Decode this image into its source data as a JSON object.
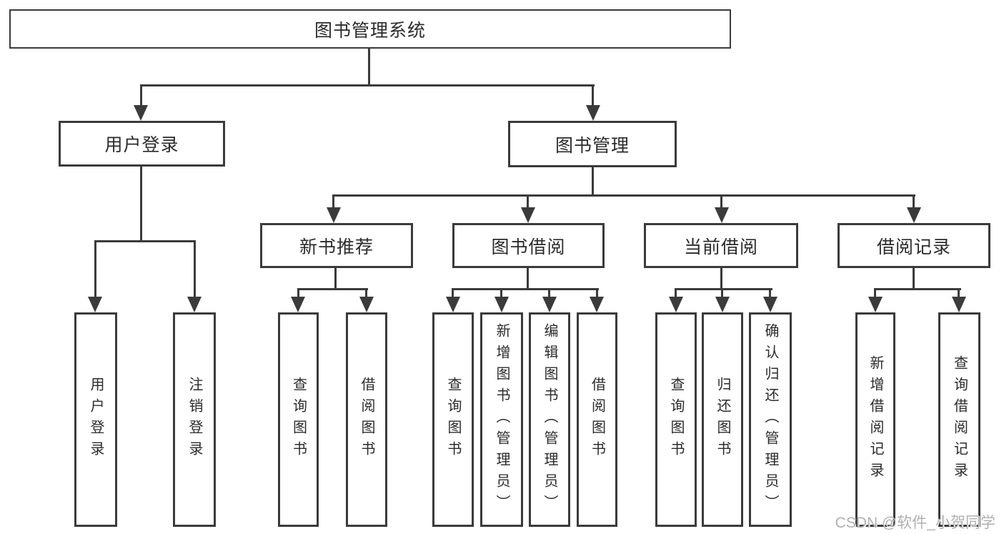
{
  "diagram": {
    "root": {
      "label": "图书管理系统"
    },
    "login_branch": {
      "label": "用户登录",
      "children": [
        "用户登录",
        "注销登录"
      ]
    },
    "management_branch": {
      "label": "图书管理",
      "groups": [
        {
          "label": "新书推荐",
          "children": [
            "查询图书",
            "借阅图书"
          ]
        },
        {
          "label": "图书借阅",
          "children": [
            "查询图书",
            "新增图书（管理员）",
            "编辑图书（管理员）",
            "借阅图书"
          ]
        },
        {
          "label": "当前借阅",
          "children": [
            "查询图书",
            "归还图书",
            "确认归还（管理员）"
          ]
        },
        {
          "label": "借阅记录",
          "children": [
            "新增借阅记录",
            "查询借阅记录"
          ]
        }
      ]
    },
    "watermark": "CSDN @软件_小贺同学",
    "colors": {
      "line": "#3b3b3b",
      "text": "#2b2b2b",
      "watermark": "#b0b0b0",
      "background": "#ffffff"
    }
  }
}
